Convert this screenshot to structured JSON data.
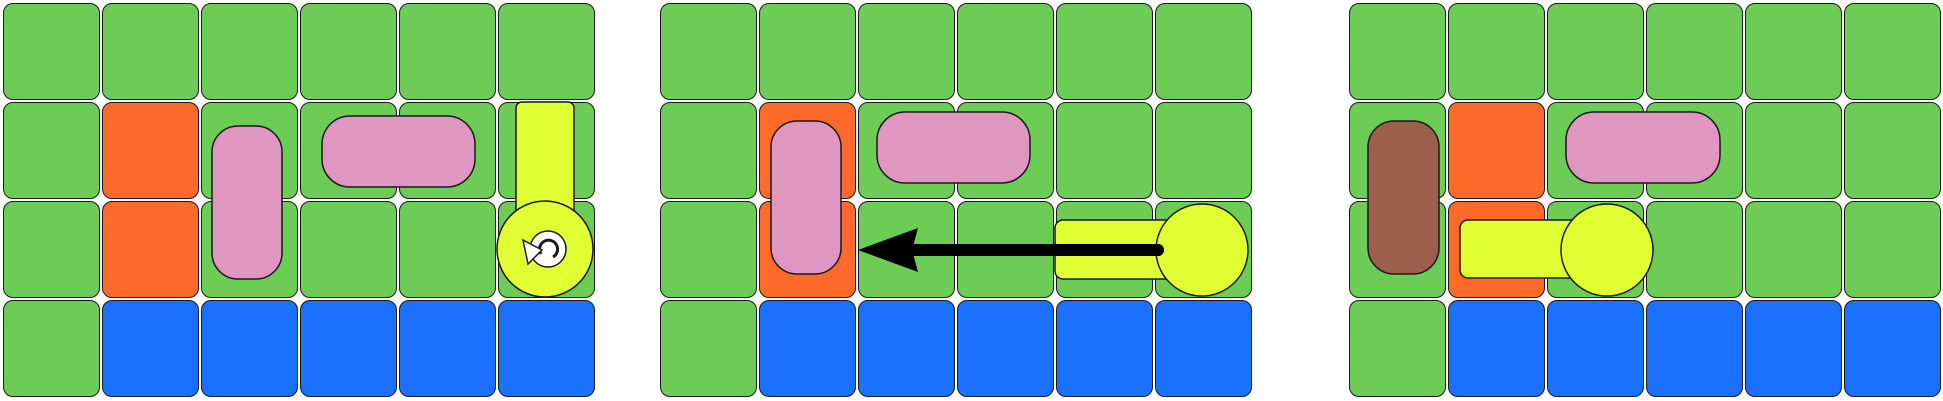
{
  "palette": {
    "grass": "#6ccc55",
    "lava": "#ff6a2a",
    "water": "#1a70ff",
    "pink_block": "#df97c2",
    "brown_block": "#9c5f4b",
    "player": "#e0ff33",
    "outline": "#1a1a1a",
    "arrow": "#000000"
  },
  "boards": [
    {
      "id": "before",
      "grid": [
        [
          "grass",
          "grass",
          "grass",
          "grass",
          "grass",
          "grass"
        ],
        [
          "grass",
          "lava",
          "grass",
          "grass",
          "grass",
          "grass"
        ],
        [
          "grass",
          "lava",
          "grass",
          "grass",
          "grass",
          "grass"
        ],
        [
          "grass",
          "water",
          "water",
          "water",
          "water",
          "water"
        ]
      ],
      "pieces": [
        {
          "kind": "pink-vertical-block",
          "color": "pink_block"
        },
        {
          "kind": "pink-horizontal-block",
          "color": "pink_block"
        },
        {
          "kind": "player-vertical",
          "color": "player"
        }
      ],
      "icon": "rotate-icon"
    },
    {
      "id": "move",
      "grid": [
        [
          "grass",
          "grass",
          "grass",
          "grass",
          "grass",
          "grass"
        ],
        [
          "grass",
          "lava",
          "grass",
          "grass",
          "grass",
          "grass"
        ],
        [
          "grass",
          "lava",
          "grass",
          "grass",
          "grass",
          "grass"
        ],
        [
          "grass",
          "water",
          "water",
          "water",
          "water",
          "water"
        ]
      ],
      "pieces": [
        {
          "kind": "pink-vertical-block",
          "color": "pink_block"
        },
        {
          "kind": "pink-horizontal-block",
          "color": "pink_block"
        },
        {
          "kind": "player-horizontal",
          "color": "player"
        }
      ],
      "icon": "arrow-left-icon"
    },
    {
      "id": "after",
      "grid": [
        [
          "grass",
          "grass",
          "grass",
          "grass",
          "grass",
          "grass"
        ],
        [
          "grass",
          "lava",
          "grass",
          "grass",
          "grass",
          "grass"
        ],
        [
          "grass",
          "lava",
          "grass",
          "grass",
          "grass",
          "grass"
        ],
        [
          "grass",
          "water",
          "water",
          "water",
          "water",
          "water"
        ]
      ],
      "pieces": [
        {
          "kind": "brown-vertical-block",
          "color": "brown_block"
        },
        {
          "kind": "pink-horizontal-block",
          "color": "pink_block"
        },
        {
          "kind": "player-horizontal",
          "color": "player"
        }
      ],
      "icon": ""
    }
  ]
}
